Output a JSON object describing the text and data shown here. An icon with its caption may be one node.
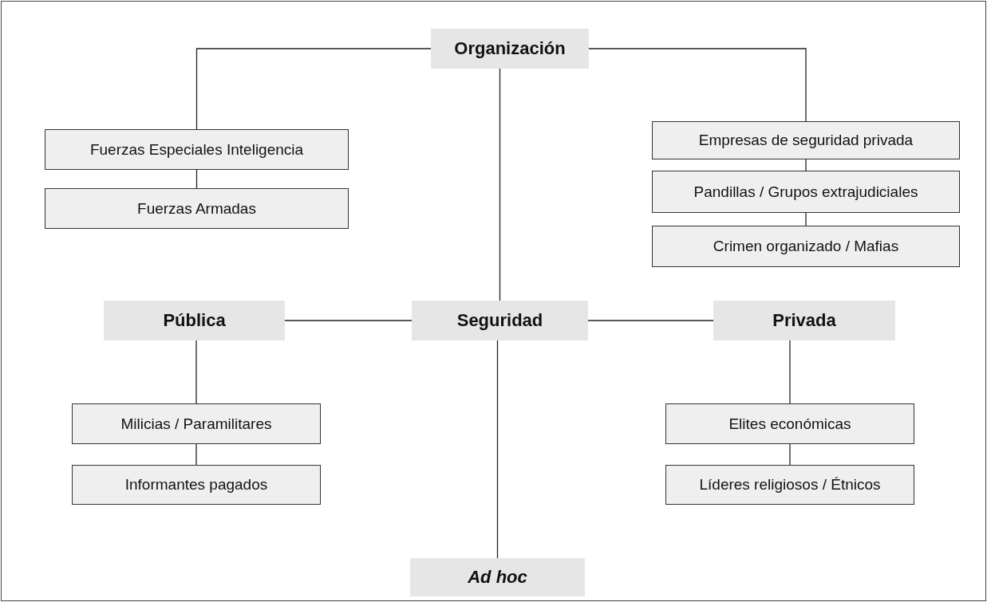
{
  "diagram": {
    "nodes": [
      {
        "text": [
          "Organización"
        ]
      },
      {
        "text": [
          "Fuerzas Especiales Inteligencia"
        ]
      },
      {
        "text": [
          "Fuerzas Armadas"
        ]
      },
      {
        "text": [
          "Empresas de seguridad privada"
        ]
      },
      {
        "text": [
          "Pandillas / Grupos extrajudiciales"
        ]
      },
      {
        "text": [
          "Crimen organizado / Mafias"
        ]
      },
      {
        "text": [
          "Pública"
        ]
      },
      {
        "text": [
          "Seguridad"
        ]
      },
      {
        "text": [
          "Privada"
        ]
      },
      {
        "text": [
          "Milicias / Paramilitares"
        ]
      },
      {
        "text": [
          "Informantes pagados"
        ]
      },
      {
        "text": [
          "Elites económicas"
        ]
      },
      {
        "text": [
          "Líderes religiosos / Étnicos"
        ]
      },
      {
        "text": [
          "Ad hoc"
        ]
      }
    ],
    "edges": [
      {
        "from": 0,
        "to": 1,
        "arrow": "none"
      },
      {
        "from": 0,
        "to": 3,
        "arrow": "none"
      },
      {
        "from": 0,
        "to": 7,
        "arrow": "none"
      },
      {
        "from": 1,
        "to": 2,
        "arrow": "none"
      },
      {
        "from": 3,
        "to": 4,
        "arrow": "none"
      },
      {
        "from": 4,
        "to": 5,
        "arrow": "none"
      },
      {
        "from": 7,
        "to": 6,
        "arrow": "none"
      },
      {
        "from": 7,
        "to": 8,
        "arrow": "none"
      },
      {
        "from": 6,
        "to": 9,
        "arrow": "none"
      },
      {
        "from": 9,
        "to": 10,
        "arrow": "none"
      },
      {
        "from": 8,
        "to": 11,
        "arrow": "none"
      },
      {
        "from": 11,
        "to": 12,
        "arrow": "none"
      },
      {
        "from": 7,
        "to": 13,
        "arrow": "none"
      }
    ]
  }
}
